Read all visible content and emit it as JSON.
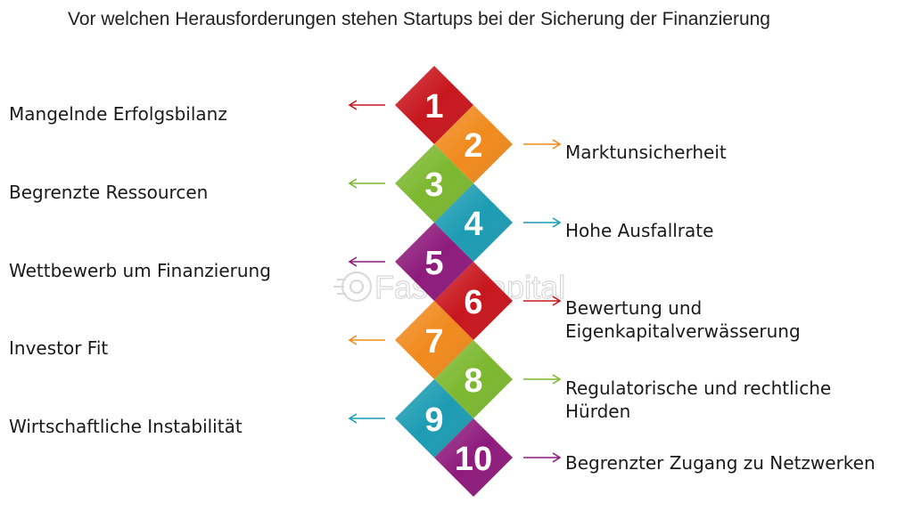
{
  "title": "Vor welchen Herausforderungen stehen Startups bei der Sicherung der Finanzierung",
  "watermark": "FasterCapital",
  "items": [
    {
      "num": "1",
      "label": "Mangelnde Erfolgsbilanz",
      "side": "left",
      "color": "#c8161d"
    },
    {
      "num": "2",
      "label": "Marktunsicherheit",
      "side": "right",
      "color": "#f08a1d"
    },
    {
      "num": "3",
      "label": "Begrenzte Ressourcen",
      "side": "left",
      "color": "#7cb82f"
    },
    {
      "num": "4",
      "label": "Hohe Ausfallrate",
      "side": "right",
      "color": "#1c9cb3"
    },
    {
      "num": "5",
      "label": "Wettbewerb um Finanzierung",
      "side": "left",
      "color": "#8e1b7c"
    },
    {
      "num": "6",
      "label": "Bewertung und Eigenkapitalverwässerung",
      "side": "right",
      "color": "#c8161d"
    },
    {
      "num": "7",
      "label": "Investor Fit",
      "side": "left",
      "color": "#f08a1d"
    },
    {
      "num": "8",
      "label": "Regulatorische und rechtliche Hürden",
      "side": "right",
      "color": "#7cb82f"
    },
    {
      "num": "9",
      "label": "Wirtschaftliche Instabilität",
      "side": "left",
      "color": "#1c9cb3"
    },
    {
      "num": "10",
      "label": "Begrenzter Zugang zu Netzwerken",
      "side": "right",
      "color": "#8e1b7c"
    }
  ]
}
